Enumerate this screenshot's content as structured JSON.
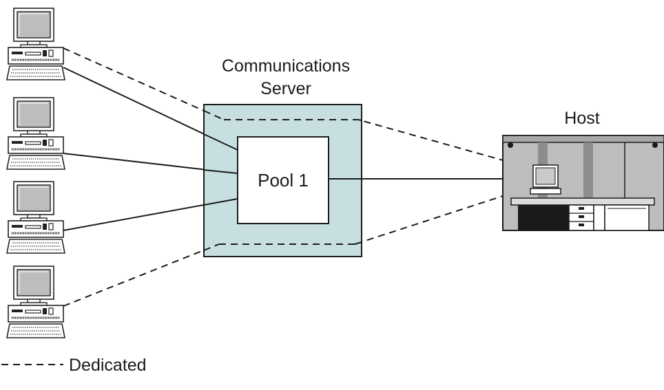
{
  "server": {
    "title_line1": "Communications",
    "title_line2": "Server",
    "fill_color": "#c8dfe1"
  },
  "pool": {
    "label": "Pool 1"
  },
  "host": {
    "label": "Host",
    "icon": "mainframe-icon"
  },
  "workstations": [
    {
      "icon": "workstation-icon",
      "connection": "dedicated"
    },
    {
      "icon": "workstation-icon",
      "connection": "pool"
    },
    {
      "icon": "workstation-icon",
      "connection": "pool"
    },
    {
      "icon": "workstation-icon",
      "connection": "dedicated"
    }
  ],
  "legend": {
    "dedicated_label": "Dedicated"
  }
}
